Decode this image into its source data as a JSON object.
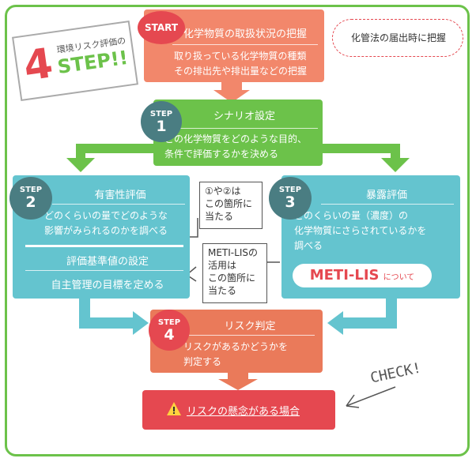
{
  "heading": {
    "number": "4",
    "line1": "環境リスク評価の",
    "line2": "STEP!!"
  },
  "cloud_note": "化管法の届出時に把握",
  "start": {
    "badge": "START",
    "title": "化学物質の取扱状況の把握",
    "line1": "取り扱っている化学物質の種類",
    "line2": "その排出先や排出量などの把握"
  },
  "step1": {
    "badge_label": "STEP",
    "badge_number": "1",
    "title": "シナリオ設定",
    "line1": "どの化学物質をどのような目的、",
    "line2": "条件で評価するかを決める"
  },
  "step2": {
    "badge_label": "STEP",
    "badge_number": "2",
    "title": "有害性評価",
    "line1": "どのくらいの量でどのような",
    "line2": "影響がみられるのかを調べる",
    "sub_title": "評価基準値の設定",
    "sub_text": "自主管理の目標を定める"
  },
  "step3": {
    "badge_label": "STEP",
    "badge_number": "3",
    "title": "暴露評価",
    "line1": "どのくらいの量（濃度）の",
    "line2": "化学物質にさらされているかを",
    "line3": "調べる",
    "button_main": "METI-LIS",
    "button_sub": "について"
  },
  "note1": [
    "①や②は",
    "この箇所に",
    "当たる"
  ],
  "note2": [
    "METI-LISの",
    "活用は",
    "この箇所に",
    "当たる"
  ],
  "step4": {
    "badge_label": "STEP",
    "badge_number": "4",
    "title": "リスク判定",
    "line1": "リスクがあるかどうかを",
    "line2": "判定する"
  },
  "concern": "リスクの懸念がある場合",
  "check_label": "CHECK!",
  "colors": {
    "orange": "#f2876b",
    "green": "#6cc24a",
    "teal": "#64c4cf",
    "red": "#e54850",
    "badge_dark": "#4a7d82"
  }
}
